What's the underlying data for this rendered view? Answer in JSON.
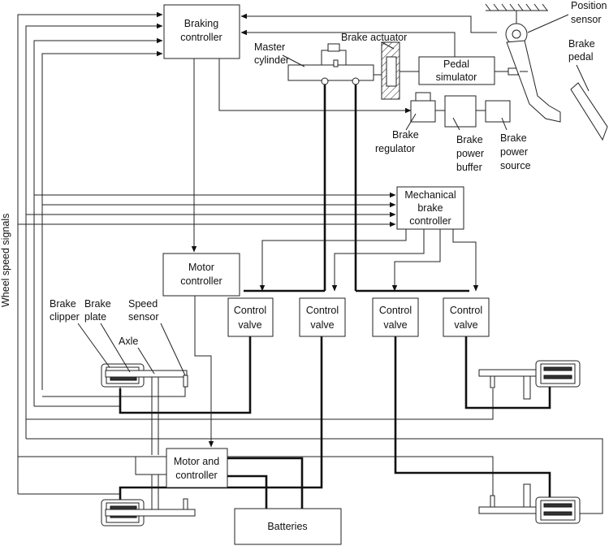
{
  "labels": {
    "braking_controller": [
      "Braking",
      "controller"
    ],
    "master_cylinder": [
      "Master",
      "cylinder"
    ],
    "brake_actuator": "Brake actuator",
    "position_sensor": [
      "Position",
      "sensor"
    ],
    "brake_pedal": [
      "Brake",
      "pedal"
    ],
    "pedal_simulator": [
      "Pedal",
      "simulator"
    ],
    "brake_regulator": [
      "Brake",
      "regulator"
    ],
    "brake_power_buffer": [
      "Brake",
      "power",
      "buffer"
    ],
    "brake_power_source": [
      "Brake",
      "power",
      "source"
    ],
    "mechanical_brake_controller": [
      "Mechanical",
      "brake",
      "controller"
    ],
    "motor_controller": [
      "Motor",
      "controller"
    ],
    "control_valve": [
      "Control",
      "valve"
    ],
    "brake_clipper": [
      "Brake",
      "clipper"
    ],
    "brake_plate": [
      "Brake",
      "plate"
    ],
    "speed_sensor": [
      "Speed",
      "sensor"
    ],
    "axle": "Axle",
    "motor_and_controller": [
      "Motor and",
      "controller"
    ],
    "batteries": "Batteries",
    "wheel_speed_signals": "Wheel speed signals"
  }
}
